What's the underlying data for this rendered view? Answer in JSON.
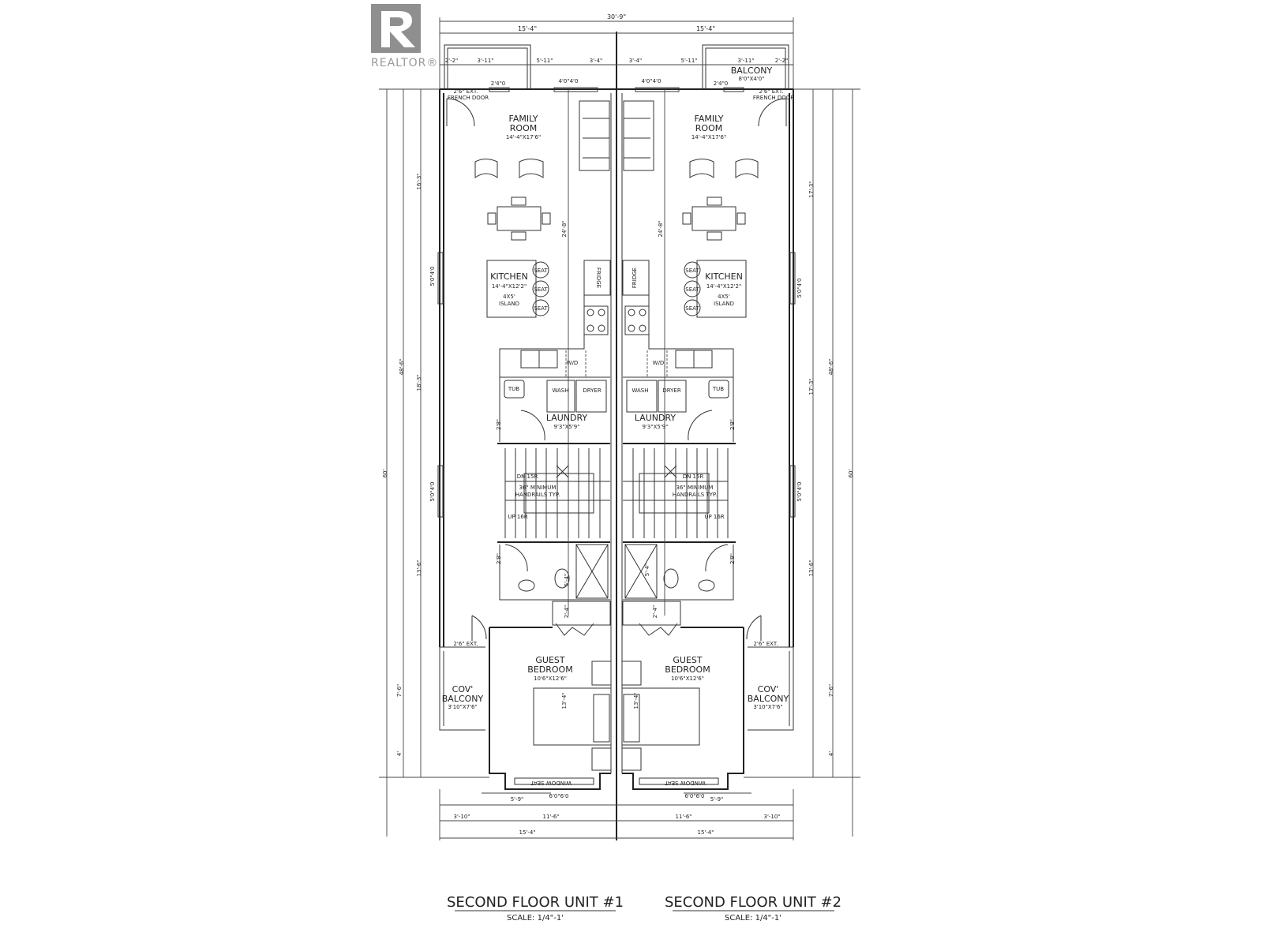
{
  "logo": {
    "text": "REALTOR®"
  },
  "titles": {
    "unit1": "SECOND FLOOR UNIT #1",
    "unit2": "SECOND FLOOR UNIT #2",
    "scale1": "SCALE: 1/4\"-1'",
    "scale2": "SCALE: 1/4\"-1'"
  },
  "rooms": {
    "family_room": {
      "name1": "FAMILY",
      "name2": "ROOM",
      "size": "14'-4\"X17'6\""
    },
    "kitchen": {
      "name": "KITCHEN",
      "size": "14'-4\"X12'2\"",
      "island1": "4X5'",
      "island2": "ISLAND"
    },
    "seat": "SEAT",
    "fridge": "FRIDGE",
    "wd": "W/D",
    "tub": "TUB",
    "wash": "WASH",
    "dryer": "DRYER",
    "laundry": {
      "name": "LAUNDRY",
      "size": "9'3\"X5'9\""
    },
    "stairs": {
      "down": "DN 15R",
      "up": "UP 16R",
      "note1": "36\" MINIMUM",
      "note2": "HANDRAILS TYP."
    },
    "guest_bedroom": {
      "name1": "GUEST",
      "name2": "BEDROOM",
      "size": "10'6\"X12'6\""
    },
    "cov_balcony": {
      "name1": "COV'",
      "name2": "BALCONY",
      "size": "3'10\"X7'6\""
    },
    "balcony": {
      "name": "BALCONY",
      "size": "8'0\"X4'0\""
    },
    "window_seat": "WINDOW SEAT",
    "french_door": {
      "line1": "2'6\" EXT.",
      "line2": "FRENCH DOOR"
    },
    "ext_door": "2'6\" EXT."
  },
  "dimensions": {
    "overall_width": "30'-9\"",
    "unit_width": "15'-4\"",
    "top": [
      "2'-2\"",
      "3'-11\"",
      "5'-11\"",
      "3'-4\"",
      "3'-4\"",
      "5'-11\"",
      "3'-11\"",
      "2'-2\""
    ],
    "window_small": "2'4\"0",
    "window_large": "4'0\"4'0",
    "side_window": "5'0\"4'0",
    "overall_depth": "60'",
    "main_depth": "48'-6\"",
    "left": [
      "16'-3\"",
      "18'-3\"",
      "13'-6\"",
      "7'-6\"",
      "4'"
    ],
    "right": [
      "17'-3\"",
      "17'-3\"",
      "13'-6\"",
      "7'-6\"",
      "4'"
    ],
    "interior_long": "24'-8\"",
    "bedroom_depth": "13'-4\"",
    "bath": "5'-4\"",
    "closet": "2'-4\"",
    "door": "2'8\"",
    "bottom_offset": "5'-9\"",
    "bottom_window": "6'0\"6'0",
    "bottom_mid": "11'-6\"",
    "bottom_side": "3'-10\""
  }
}
